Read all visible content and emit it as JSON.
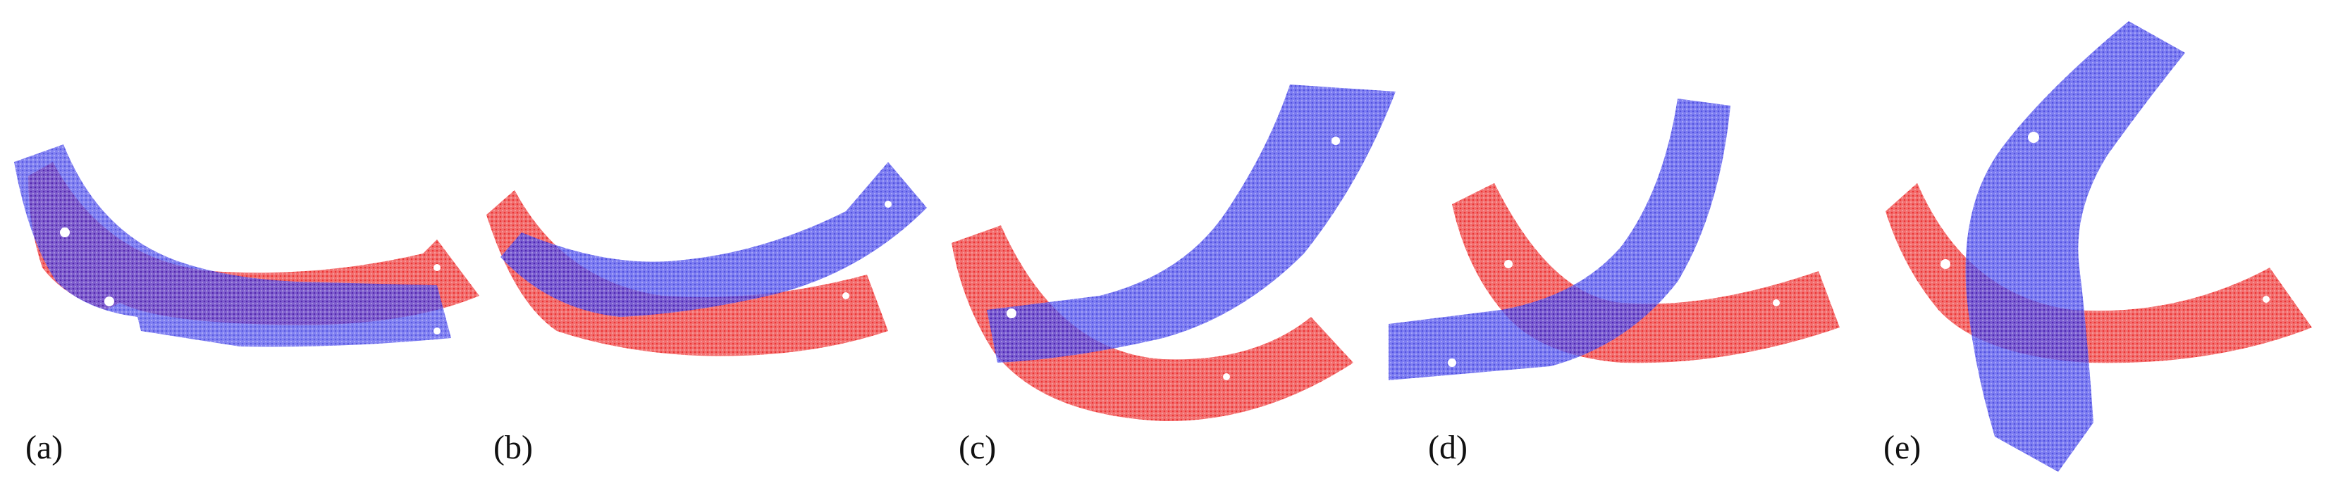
{
  "figure": {
    "colors": {
      "red": "#f03a3a",
      "blue": "#3a3ae8"
    },
    "panels": [
      {
        "label": "(a)"
      },
      {
        "label": "(b)"
      },
      {
        "label": "(c)"
      },
      {
        "label": "(d)"
      },
      {
        "label": "(e)"
      }
    ]
  }
}
